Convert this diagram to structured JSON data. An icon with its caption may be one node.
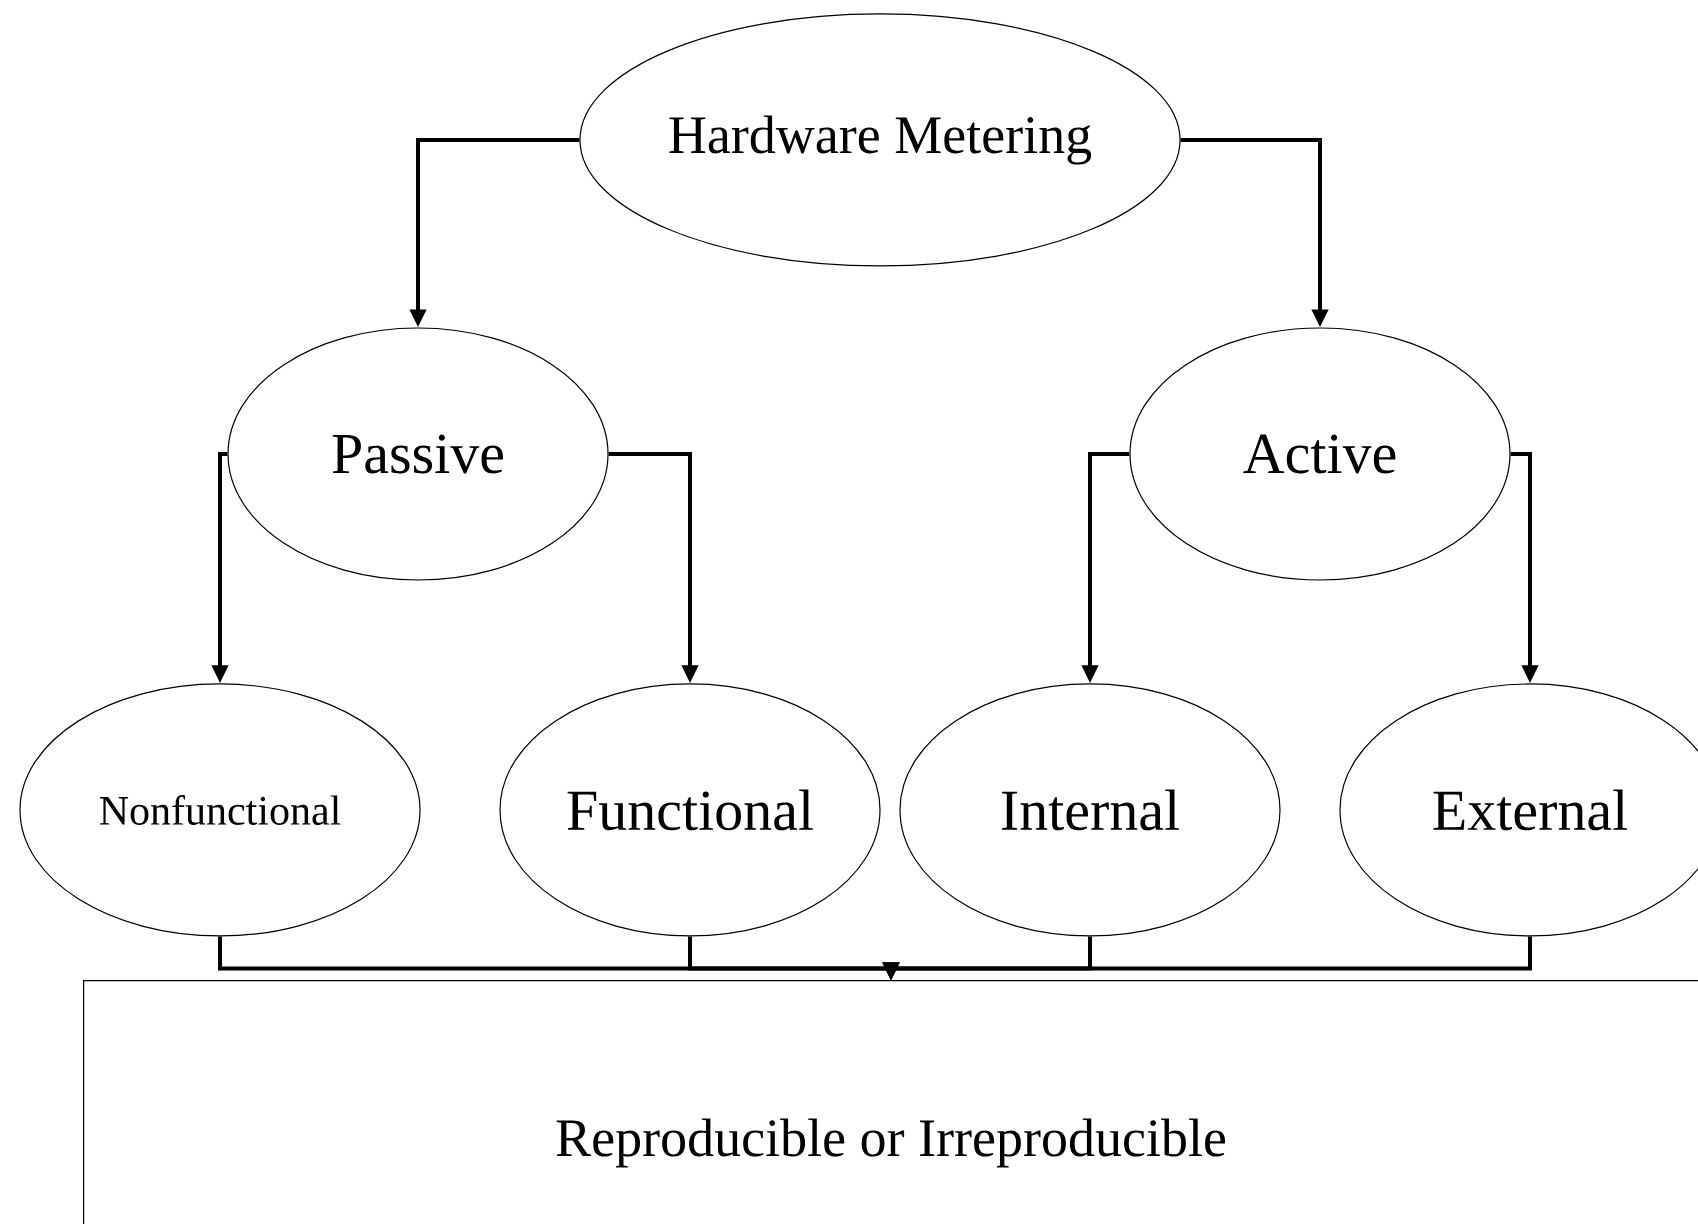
{
  "diagram": {
    "nodes": [
      {
        "text": [
          "Hardware Metering"
        ]
      },
      {
        "text": [
          "Passive"
        ]
      },
      {
        "text": [
          "Active"
        ]
      },
      {
        "text": [
          "Nonfunctional"
        ]
      },
      {
        "text": [
          "Functional"
        ]
      },
      {
        "text": [
          "Internal"
        ]
      },
      {
        "text": [
          "External"
        ]
      },
      {
        "text": [
          "Reproducible or Irreproducible"
        ]
      }
    ],
    "edges": [
      {
        "from": 0,
        "to": 1,
        "arrow": "to"
      },
      {
        "from": 0,
        "to": 2,
        "arrow": "to"
      },
      {
        "from": 1,
        "to": 3,
        "arrow": "to"
      },
      {
        "from": 1,
        "to": 4,
        "arrow": "to"
      },
      {
        "from": 2,
        "to": 5,
        "arrow": "to"
      },
      {
        "from": 2,
        "to": 6,
        "arrow": "to"
      },
      {
        "from": 3,
        "to": 7,
        "arrow": "to"
      },
      {
        "from": 4,
        "to": 7,
        "arrow": "to"
      },
      {
        "from": 5,
        "to": 7,
        "arrow": "to"
      },
      {
        "from": 6,
        "to": 7,
        "arrow": "to"
      }
    ]
  }
}
